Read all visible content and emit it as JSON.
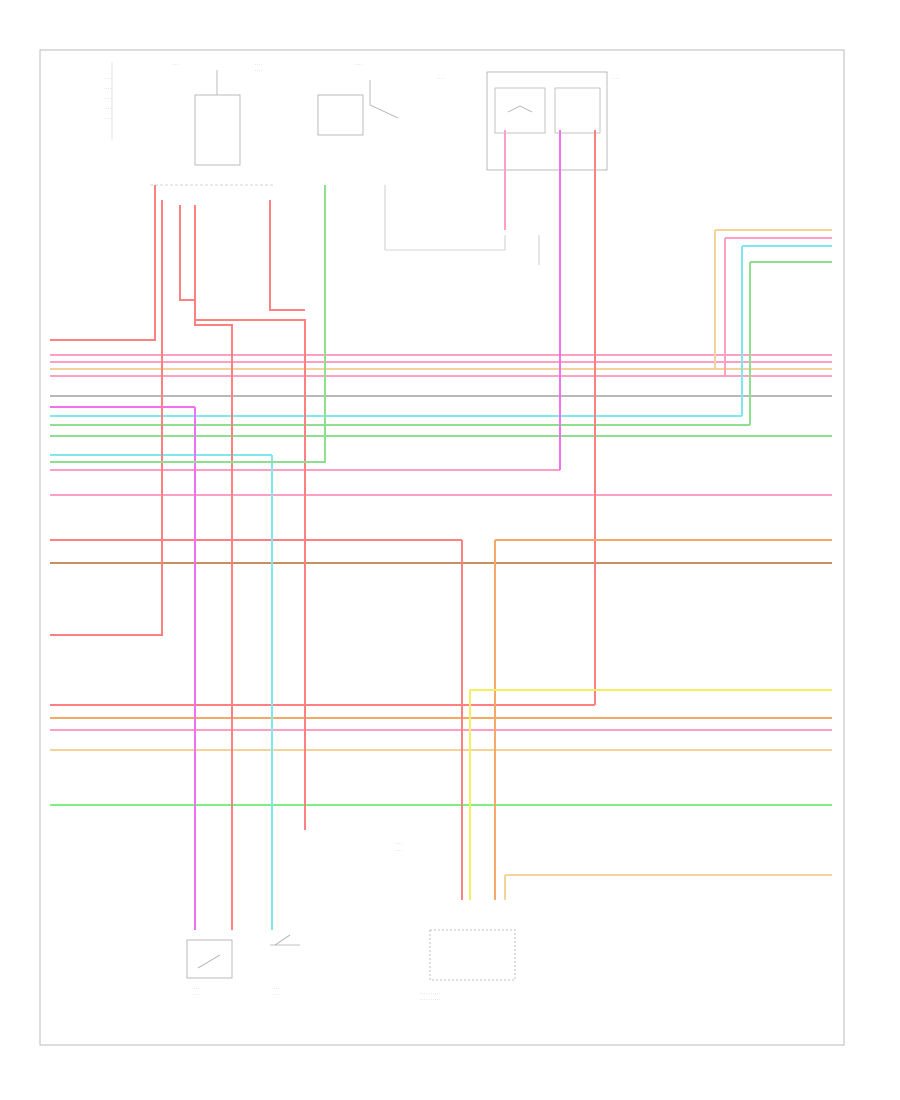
{
  "footer": {
    "code": ""
  },
  "colors": {
    "red": "#ff8080",
    "pink": "#ff9fc4",
    "tan": "#f2d49a",
    "orange": "#f5a868",
    "gray": "#b8b8b8",
    "cyan": "#7ee8ee",
    "green": "#8ee08e",
    "magenta": "#f070f0",
    "yellow": "#f2f060",
    "brown": "#c89060",
    "bright_green": "#7ff07f",
    "black": "#888888"
  },
  "horizontal_wires": [
    {
      "left_label": "",
      "right_label": "",
      "color": "pink",
      "row": "r1"
    },
    {
      "left_label": "",
      "right_label": "",
      "color": "pink",
      "row": "r2"
    },
    {
      "left_label": "",
      "right_label": "",
      "color": "tan",
      "row": "r3"
    },
    {
      "left_label": "",
      "right_label": "",
      "color": "pink",
      "row": "r4"
    },
    {
      "left_label": "",
      "right_label": "",
      "color": "gray",
      "row": "r5"
    },
    {
      "left_label": "",
      "right_label": "",
      "color": "magenta",
      "row": "r6"
    },
    {
      "left_label": "",
      "right_label": "",
      "color": "cyan",
      "row": "r7"
    },
    {
      "left_label": "",
      "right_label": "",
      "color": "green",
      "row": "r8"
    },
    {
      "left_label": "",
      "right_label": "",
      "color": "green",
      "row": "r9"
    },
    {
      "left_label": "",
      "right_label": "",
      "color": "cyan",
      "row": "r10"
    },
    {
      "left_label": "",
      "right_label": "",
      "color": "pink",
      "row": "r11"
    },
    {
      "left_label": "",
      "right_label": "",
      "color": "pink",
      "row": "r12"
    },
    {
      "left_label": "",
      "right_label": "",
      "color": "red",
      "row": "r13"
    },
    {
      "left_label": "",
      "right_label": "",
      "color": "brown",
      "row": "r14"
    },
    {
      "left_label": "",
      "right_label": "",
      "color": "red",
      "row": "r15"
    },
    {
      "left_label": "",
      "right_label": "",
      "color": "red",
      "row": "r16"
    },
    {
      "left_label": "",
      "right_label": "",
      "color": "orange",
      "row": "r17"
    },
    {
      "left_label": "",
      "right_label": "",
      "color": "pink",
      "row": "r18"
    },
    {
      "left_label": "",
      "right_label": "",
      "color": "tan",
      "row": "r19"
    },
    {
      "left_label": "",
      "right_label": "",
      "color": "bright_green",
      "row": "r20"
    },
    {
      "left_label": "",
      "right_label": "",
      "color": "tan",
      "row": "r21"
    }
  ],
  "components": {
    "fuse_block_left": {
      "label": ""
    },
    "relay_top_center": {
      "label": ""
    },
    "module_top_right": {
      "label_a": "",
      "label_b": ""
    },
    "switch_bottom_left_a": {
      "label": ""
    },
    "switch_bottom_left_b": {
      "label": ""
    },
    "module_bottom_center": {
      "label": ""
    }
  }
}
